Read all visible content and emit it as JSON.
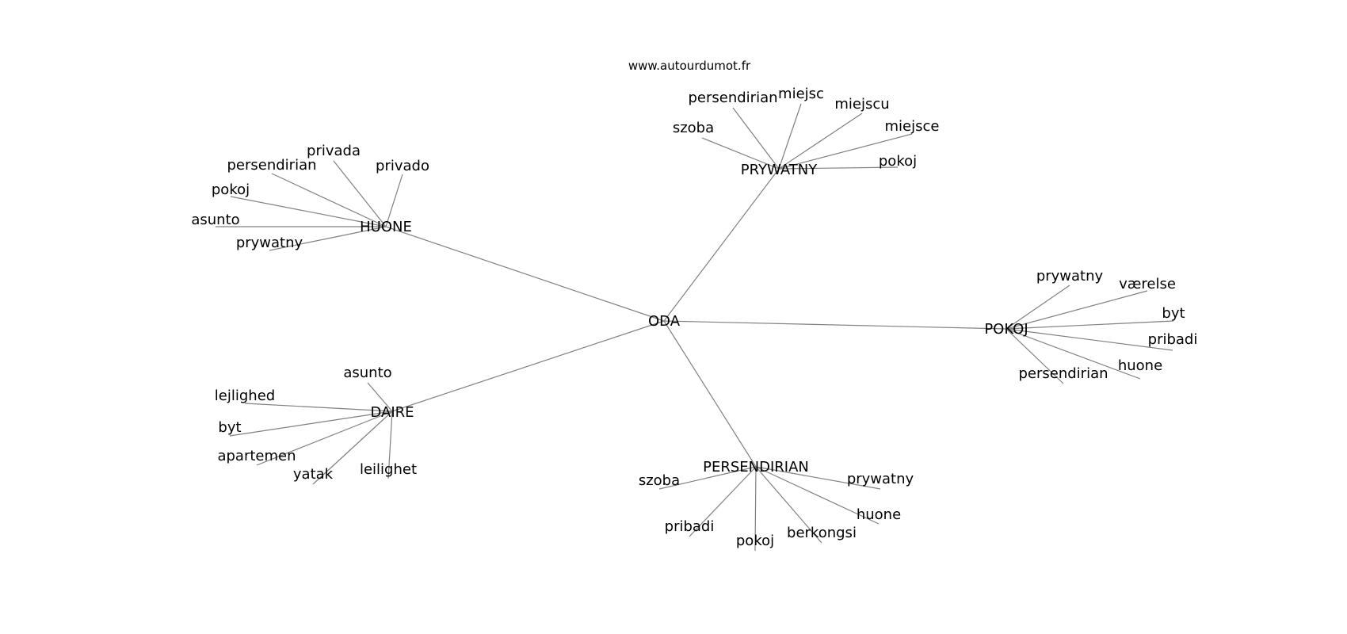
{
  "watermark": "www.autourdumot.fr",
  "center": {
    "id": "oda",
    "label": "ODA"
  },
  "branches": [
    {
      "id": "pr",
      "label": "PRYWATNY",
      "children": [
        "szoba",
        "persendirian",
        "miejsc",
        "miejscu",
        "miejsce",
        "pokoj"
      ]
    },
    {
      "id": "hu",
      "label": "HUONE",
      "children": [
        "privada",
        "persendirian",
        "privado",
        "pokoj",
        "asunto",
        "prywatny"
      ]
    },
    {
      "id": "po",
      "label": "POKOJ",
      "children": [
        "prywatny",
        "værelse",
        "byt",
        "pribadi",
        "huone",
        "persendirian"
      ]
    },
    {
      "id": "da",
      "label": "DAIRE",
      "children": [
        "asunto",
        "lejlighed",
        "byt",
        "apartemen",
        "yatak",
        "leilighet"
      ]
    },
    {
      "id": "pe",
      "label": "PERSENDIRIAN",
      "children": [
        "szoba",
        "prywatny",
        "huone",
        "pribadi",
        "pokoj",
        "berkongsi"
      ]
    }
  ]
}
